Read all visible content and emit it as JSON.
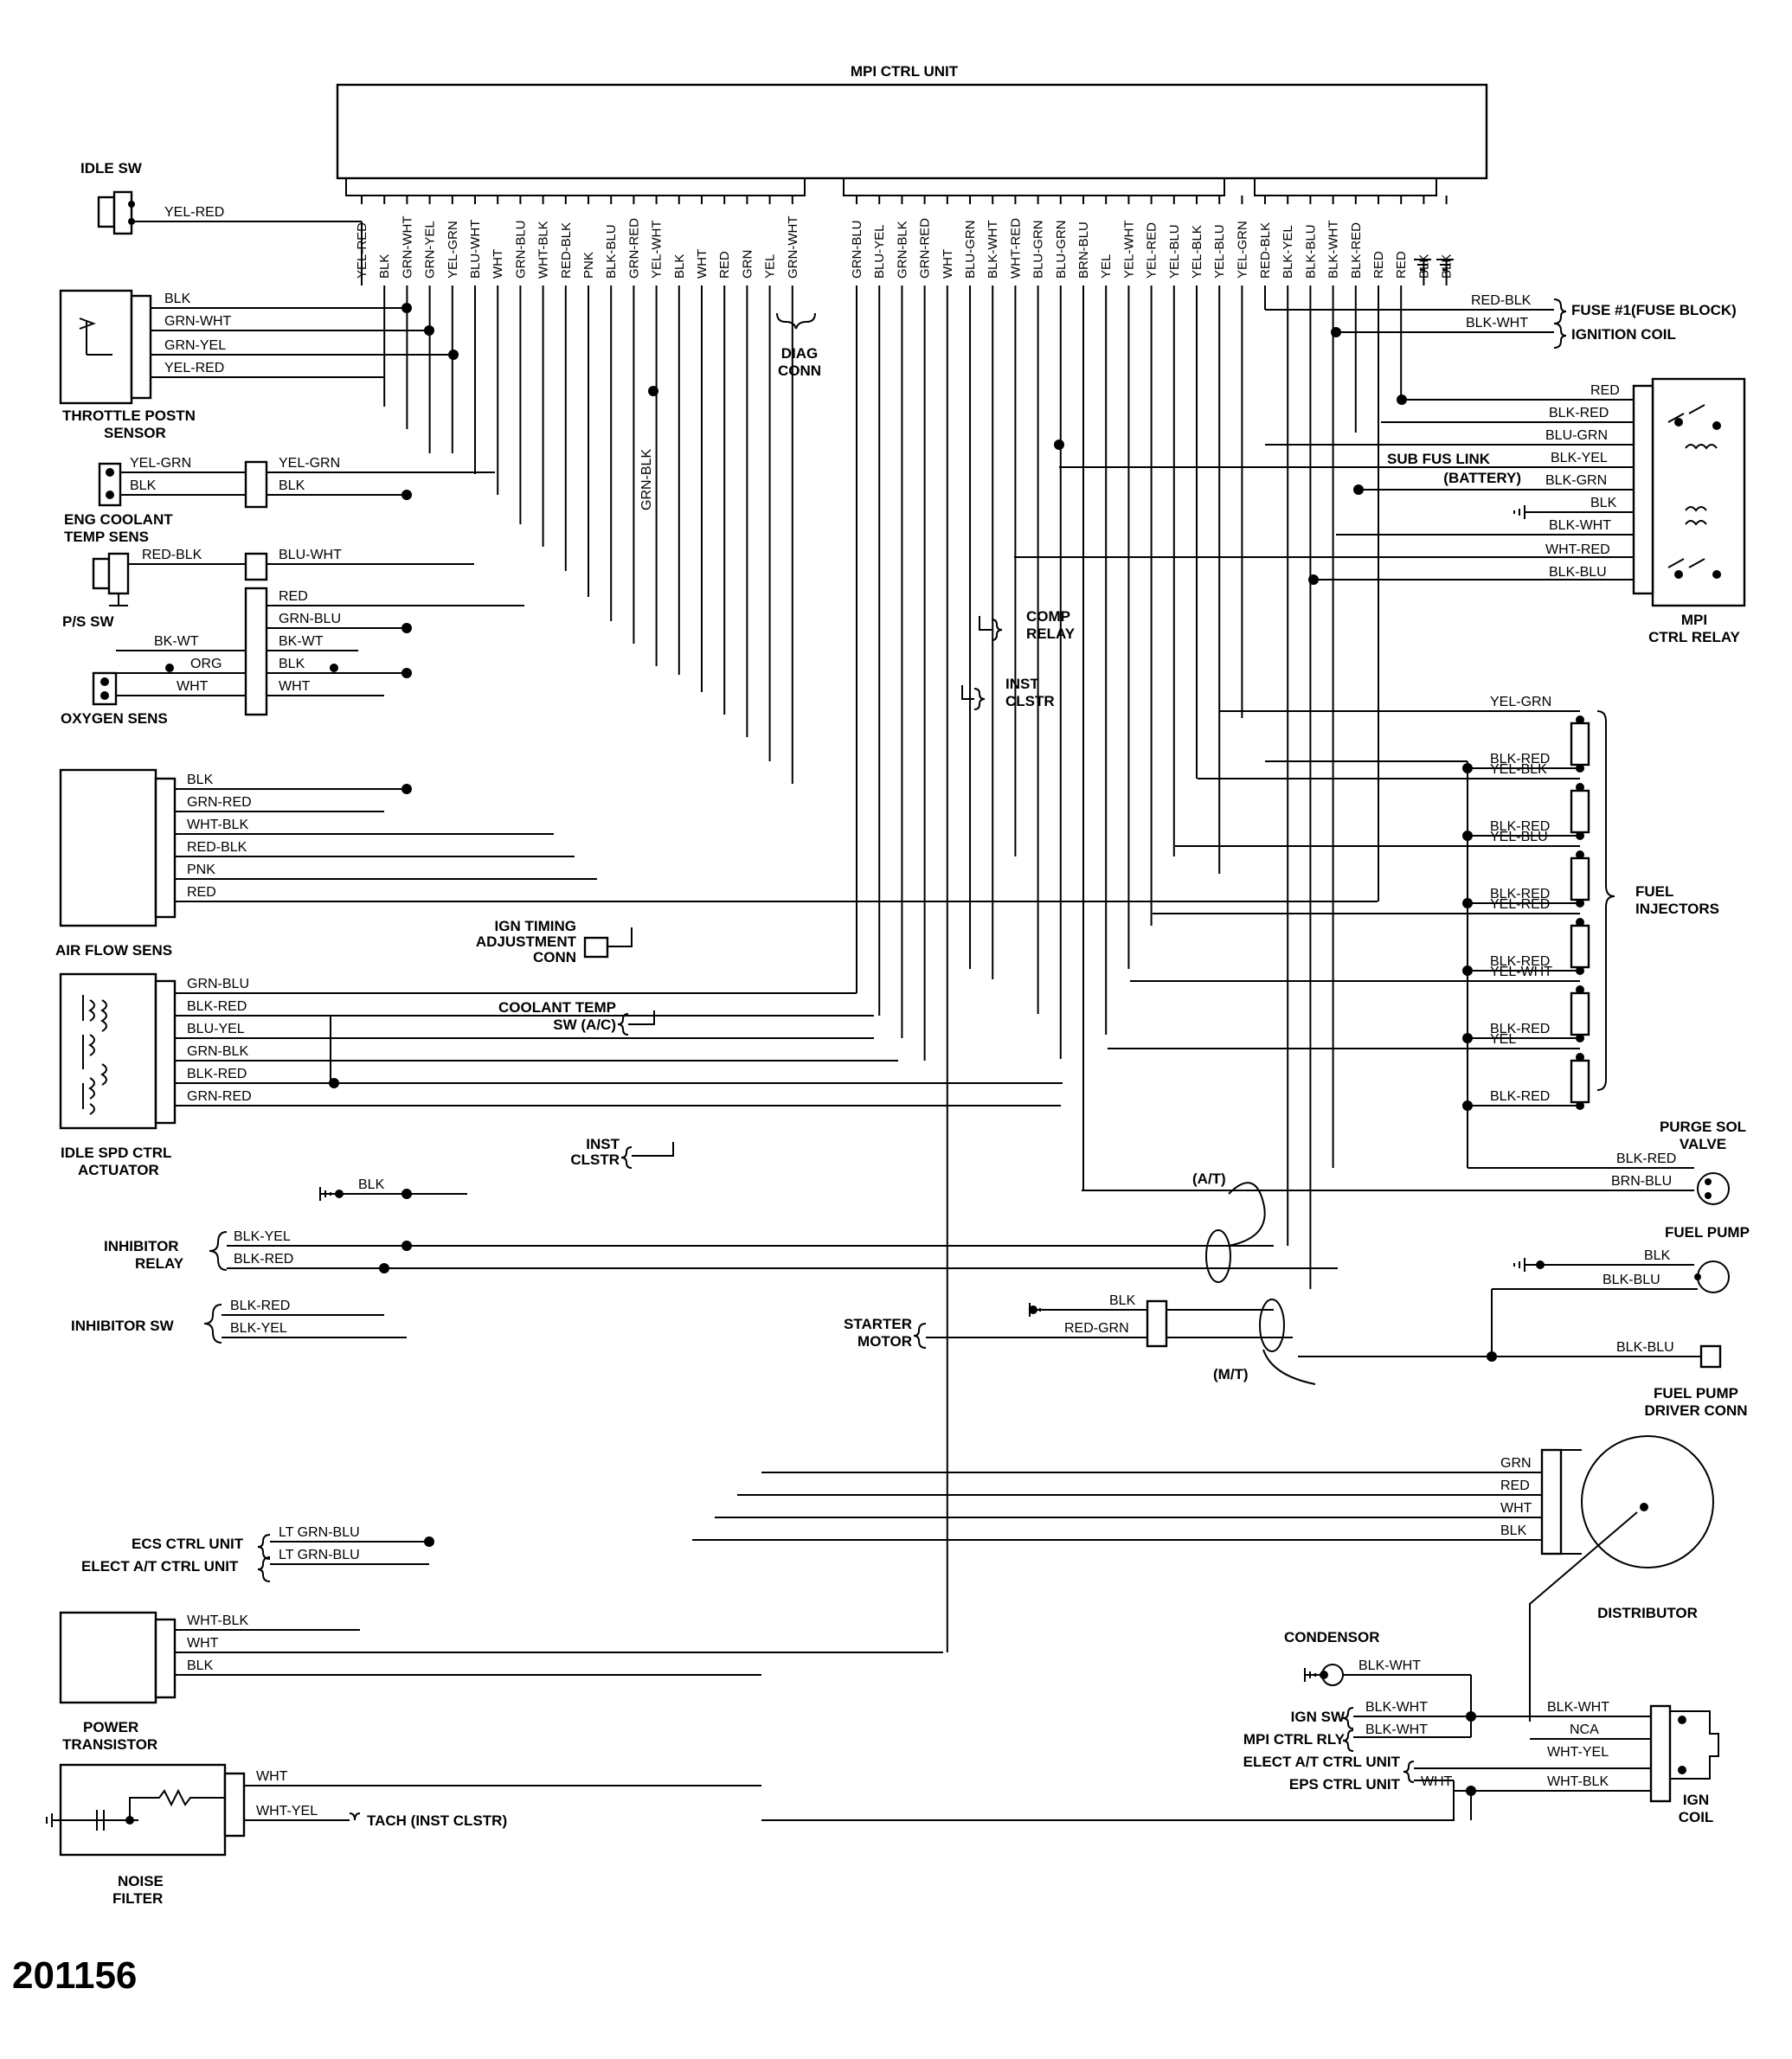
{
  "figure_number": "201156",
  "ecu": {
    "title": "MPI CTRL UNIT",
    "pins_group1": [
      "YEL-RED",
      "BLK",
      "GRN-WHT",
      "GRN-YEL",
      "YEL-GRN",
      "BLU-WHT",
      "WHT",
      "GRN-BLU",
      "WHT-BLK",
      "RED-BLK",
      "PNK",
      "BLK-BLU",
      "GRN-RED",
      "YEL-WHT",
      "BLK",
      "WHT",
      "RED",
      "GRN",
      "YEL",
      "GRN-WHT"
    ],
    "pins_group2": [
      "GRN-BLU",
      "BLU-YEL",
      "GRN-BLK",
      "GRN-RED",
      "WHT",
      "BLU-GRN",
      "BLK-WHT",
      "WHT-RED",
      "BLU-GRN",
      "BLU-GRN",
      "BRN-BLU",
      "YEL",
      "YEL-WHT",
      "YEL-RED",
      "YEL-BLU",
      "YEL-BLK",
      "YEL-BLU",
      "YEL-GRN"
    ],
    "pins_group3": [
      "RED-BLK",
      "BLK-YEL",
      "BLK-BLU",
      "BLK-WHT",
      "BLK-RED",
      "RED",
      "RED",
      "BLK",
      "BLK"
    ]
  },
  "components": {
    "idle_sw": "IDLE SW",
    "throttle": [
      "THROTTLE POSTN",
      "SENSOR"
    ],
    "eng_coolant": [
      "ENG COOLANT",
      "TEMP SENS"
    ],
    "ps_sw": "P/S SW",
    "oxygen": "OXYGEN SENS",
    "air_flow": "AIR FLOW SENS",
    "idle_spd": [
      "IDLE SPD CTRL",
      "ACTUATOR"
    ],
    "inhibitor_relay": [
      "INHIBITOR",
      "RELAY"
    ],
    "inhibitor_sw": "INHIBITOR SW",
    "ecs": "ECS CTRL UNIT",
    "elect_at": "ELECT A/T CTRL UNIT",
    "power_transistor": [
      "POWER",
      "TRANSISTOR"
    ],
    "noise_filter": [
      "NOISE",
      "FILTER"
    ],
    "tach": "TACH (INST CLSTR)",
    "diag_conn": [
      "DIAG",
      "CONN"
    ],
    "ign_timing": [
      "IGN TIMING",
      "ADJUSTMENT",
      "CONN"
    ],
    "coolant_temp_sw": [
      "COOLANT TEMP",
      "SW (A/C)"
    ],
    "inst_clstr_low": [
      "INST",
      "CLSTR"
    ],
    "comp_relay": [
      "COMP",
      "RELAY"
    ],
    "inst_clstr_mid": [
      "INST",
      "CLSTR"
    ],
    "fuse1": "FUSE #1(FUSE BLOCK)",
    "ignition_coil_top": "IGNITION COIL",
    "sub_fus_link": [
      "SUB FUS LINK",
      "(BATTERY)"
    ],
    "mpi_ctrl_relay": [
      "MPI",
      "CTRL RELAY"
    ],
    "fuel_injectors": [
      "FUEL",
      "INJECTORS"
    ],
    "purge_sol": [
      "PURGE SOL",
      "VALVE"
    ],
    "fuel_pump": "FUEL PUMP",
    "starter_motor": [
      "STARTER",
      "MOTOR"
    ],
    "at_label": "(A/T)",
    "mt_label": "(M/T)",
    "fuel_pump_driver": [
      "FUEL PUMP",
      "DRIVER CONN"
    ],
    "distributor": "DISTRIBUTOR",
    "condensor": "CONDENSOR",
    "ign_sw": "IGN SW",
    "mpi_ctrl_rly": "MPI CTRL RLY",
    "elect_at_ctrl_unit": "ELECT A/T CTRL UNIT",
    "eps_ctrl_unit": "EPS CTRL UNIT",
    "ign_coil": [
      "IGN",
      "COIL"
    ]
  },
  "wires": {
    "idle_sw": "YEL-RED",
    "throttle": [
      "BLK",
      "GRN-WHT",
      "GRN-YEL",
      "YEL-RED"
    ],
    "coolant_left": [
      "YEL-GRN",
      "BLK"
    ],
    "coolant_right": [
      "YEL-GRN",
      "BLK"
    ],
    "ps_left": "RED-BLK",
    "ps_right": "BLU-WHT",
    "ox_mid": [
      "RED",
      "GRN-BLU",
      "BK-WT",
      "BLK",
      "WHT"
    ],
    "ox_left": [
      "BK-WT",
      "ORG",
      "WHT"
    ],
    "air_flow": [
      "BLK",
      "GRN-RED",
      "WHT-BLK",
      "RED-BLK",
      "PNK",
      "RED"
    ],
    "grn_blk_vertical": "GRN-BLK",
    "idle_spd": [
      "GRN-BLU",
      "BLK-RED",
      "BLU-YEL",
      "GRN-BLK",
      "BLK-RED",
      "GRN-RED"
    ],
    "ground_blk": "BLK",
    "inhibitor_relay": [
      "BLK-YEL",
      "BLK-RED"
    ],
    "inhibitor_sw": [
      "BLK-RED",
      "BLK-YEL"
    ],
    "ecs": "LT GRN-BLU",
    "elect_at": "LT GRN-BLU",
    "power_transistor": [
      "WHT-BLK",
      "WHT",
      "BLK"
    ],
    "noise_filter": [
      "WHT",
      "WHT-YEL"
    ],
    "fuse1": "RED-BLK",
    "ignition_coil_top": "BLK-WHT",
    "relay": [
      "RED",
      "BLK-RED",
      "BLU-GRN",
      "BLK-YEL",
      "BLK-GRN",
      "BLK",
      "BLK-WHT",
      "WHT-RED",
      "BLK-BLU"
    ],
    "injectors": [
      "YEL-GRN",
      "BLK-RED",
      "YEL-BLK",
      "BLK-RED",
      "YEL-BLU",
      "BLK-RED",
      "YEL-RED",
      "BLK-RED",
      "YEL-WHT",
      "BLK-RED",
      "YEL",
      "BLK-RED"
    ],
    "purge": [
      "BLK-RED",
      "BRN-BLU"
    ],
    "fuel_pump": [
      "BLK",
      "BLK-BLU"
    ],
    "starter": [
      "BLK",
      "RED-GRN"
    ],
    "fuel_pump_driver": "BLK-BLU",
    "distributor": [
      "GRN",
      "RED",
      "WHT",
      "BLK"
    ],
    "condensor": "BLK-WHT",
    "ign_sw": "BLK-WHT",
    "mpi_ctrl_rly": "BLK-WHT",
    "coil": [
      "BLK-WHT",
      "NCA",
      "WHT-YEL",
      "WHT-BLK"
    ],
    "eps": "WHT"
  }
}
